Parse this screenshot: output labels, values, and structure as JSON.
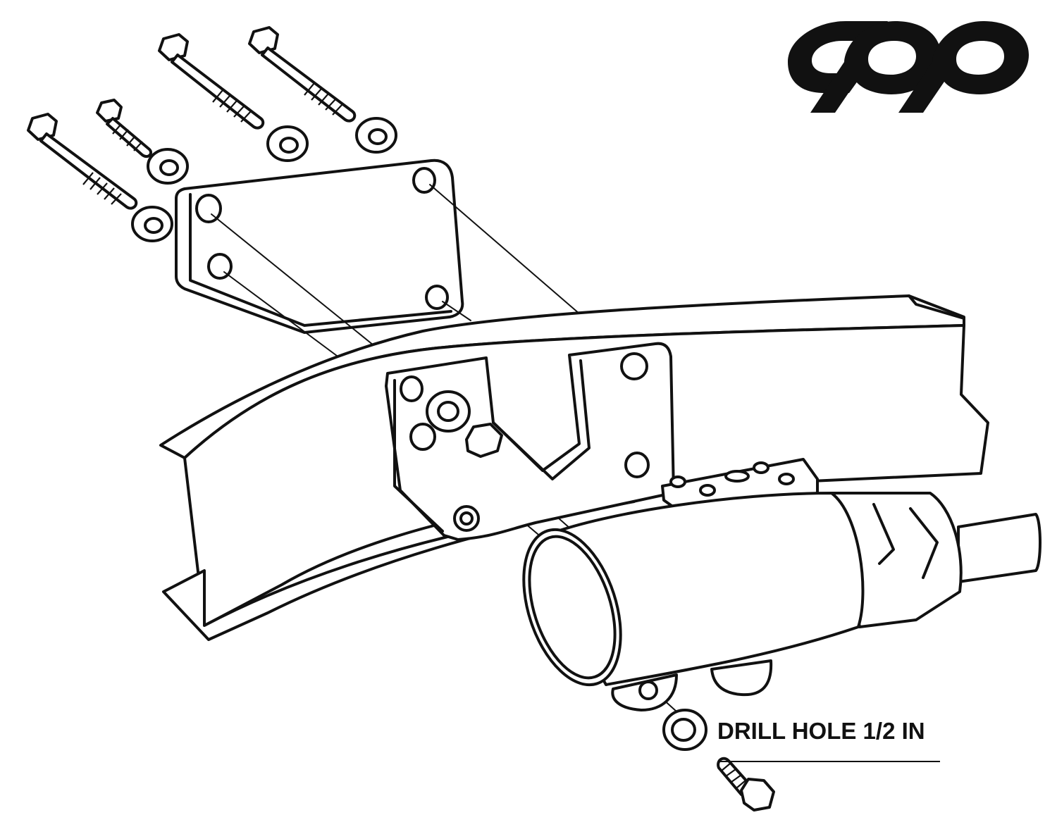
{
  "brand": {
    "logo_text": "cpp",
    "ink_color": "#111111",
    "background_color": "#ffffff"
  },
  "callout": {
    "text": "DRILL HOLE 1/2 IN"
  },
  "parts": {
    "long_bolts": 3,
    "short_bolts": 2,
    "washers": 5,
    "nuts_on_bracket": 1
  }
}
